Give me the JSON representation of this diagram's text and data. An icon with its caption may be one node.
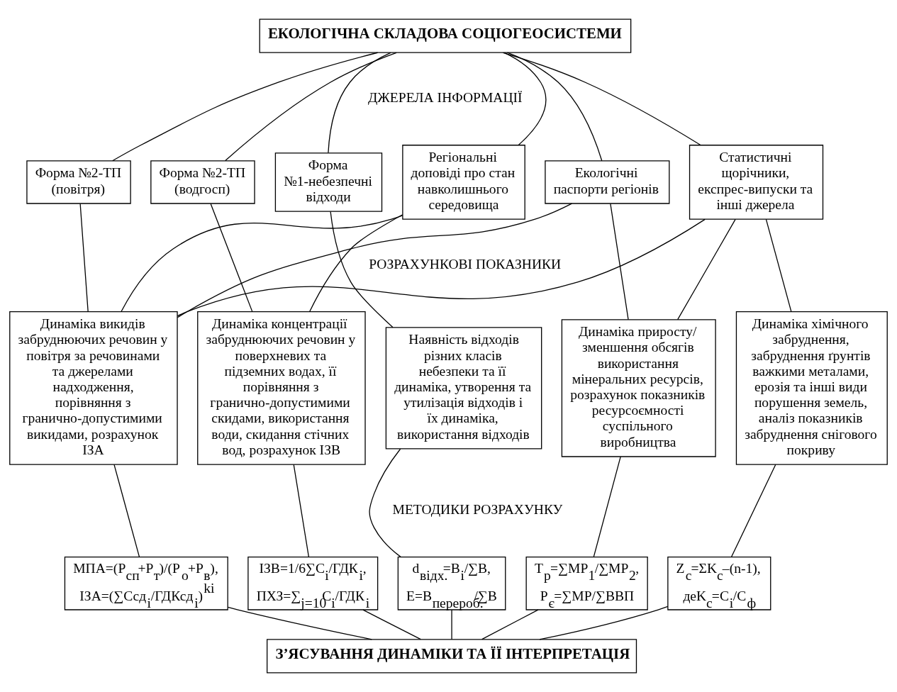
{
  "diagram": {
    "nodes": [
      {
        "text": [
          "ЕКОЛОГІЧНА СКЛАДОВА СОЦІОГЕОСИСТЕМИ"
        ]
      },
      {
        "text": [
          "Форма №2-ТП (повітря)"
        ]
      },
      {
        "text": [
          "Форма №2-ТП (водгосп)"
        ]
      },
      {
        "text": [
          "Форма №1-небезпечні відходи"
        ]
      },
      {
        "text": [
          "Регіональні доповіді про стан навколишнього середовища"
        ]
      },
      {
        "text": [
          "Екологічні паспорти регіонів"
        ]
      },
      {
        "text": [
          "Статистичні щорічники, експрес-випуски та інші джерела"
        ]
      },
      {
        "text": [
          "Динаміка викидів забруднюючих речовин у повітря за речовинами та джерелами надходження, порівняння з гранично-допустимими викидами, розрахунок ІЗА"
        ]
      },
      {
        "text": [
          "Динаміка концентрації забруднюючих речовин у поверхневих та підземних водах, її порівняння з гранично-допустимими скидами, використання води, скидання стічних вод, розрахунок ІЗВ"
        ]
      },
      {
        "text": [
          "Наявність відходів різних класів небезпеки та її динаміка, утворення та утилізація відходів і їх динаміка, використання відходів"
        ]
      },
      {
        "text": [
          "Динаміка приросту/ зменшення обсягів використання мінеральних ресурсів, розрахунок показників ресурсоємності суспільного виробництва"
        ]
      },
      {
        "text": [
          "Динаміка хімічного забруднення, забруднення ґрунтів важкими металами, ерозія та інші види порушення земель, аналіз показників забруднення снігового покриву"
        ]
      },
      {
        "text": [
          "МПА=(Р$_{сп}$+Р$_{т}$)/(Р$_{о}$+Р$_{в}$),",
          "ІЗА=(∑Ссд$_{i}$/ГДКсд$_{i}$)$^{ki}$"
        ]
      },
      {
        "text": [
          "ІЗВ=1/6∑C$_{i}$/ГДК$_{i}$,",
          "ПХЗ=∑$_{j=10}$C$_{i}$/ГДК$_{i}$"
        ]
      },
      {
        "text": [
          "d$_{відх.}$=В$_{i}$/∑В,",
          "Е=В$_{перероб.}$/∑В"
        ]
      },
      {
        "text": [
          "Т$_{р}$=∑МР$_{1}$/∑МР$_{2}$,",
          "Р$_{є}$=∑МР/∑ВВП"
        ]
      },
      {
        "text": [
          "Z$_{c}$=ΣK$_{c}$–(n-1),",
          "деK$_{c}$=C$_{i}$/C$_{ф}$"
        ]
      },
      {
        "text": [
          "З’ЯСУВАННЯ ДИНАМІКИ ТА ЇЇ ІНТЕРПРЕТАЦІЯ"
        ]
      }
    ],
    "edges": [
      {
        "from": 0,
        "to": 1,
        "arrow": "none"
      },
      {
        "from": 0,
        "to": 2,
        "arrow": "none"
      },
      {
        "from": 0,
        "to": 3,
        "arrow": "none"
      },
      {
        "from": 0,
        "to": 4,
        "arrow": "none"
      },
      {
        "from": 0,
        "to": 5,
        "arrow": "none"
      },
      {
        "from": 0,
        "to": 6,
        "arrow": "none"
      },
      {
        "from": 1,
        "to": 7,
        "arrow": "none"
      },
      {
        "from": 2,
        "to": 8,
        "arrow": "none"
      },
      {
        "from": 3,
        "to": 9,
        "arrow": "none"
      },
      {
        "from": 4,
        "to": 7,
        "arrow": "none"
      },
      {
        "from": 4,
        "to": 8,
        "arrow": "none"
      },
      {
        "from": 5,
        "to": 7,
        "arrow": "none"
      },
      {
        "from": 5,
        "to": 10,
        "arrow": "none"
      },
      {
        "from": 6,
        "to": 7,
        "arrow": "none"
      },
      {
        "from": 6,
        "to": 10,
        "arrow": "none"
      },
      {
        "from": 6,
        "to": 11,
        "arrow": "none"
      },
      {
        "from": 7,
        "to": 12,
        "arrow": "none"
      },
      {
        "from": 8,
        "to": 13,
        "arrow": "none"
      },
      {
        "from": 9,
        "to": 14,
        "arrow": "none"
      },
      {
        "from": 10,
        "to": 15,
        "arrow": "none"
      },
      {
        "from": 11,
        "to": 16,
        "arrow": "none"
      },
      {
        "from": 12,
        "to": 17,
        "arrow": "none"
      },
      {
        "from": 13,
        "to": 17,
        "arrow": "none"
      },
      {
        "from": 14,
        "to": 17,
        "arrow": "none"
      },
      {
        "from": 15,
        "to": 17,
        "arrow": "none"
      },
      {
        "from": 16,
        "to": 17,
        "arrow": "none"
      }
    ],
    "labels": [
      "ДЖЕРЕЛА ІНФОРМАЦІЇ",
      "РОЗРАХУНКОВІ ПОКАЗНИКИ",
      "МЕТОДИКИ РОЗРАХУНКУ"
    ]
  }
}
